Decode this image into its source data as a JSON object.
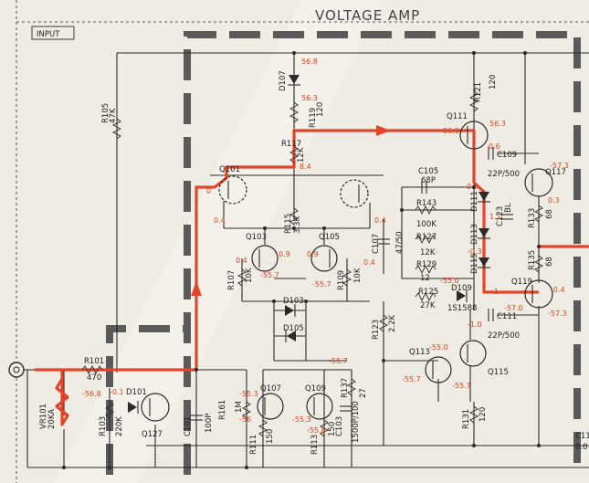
{
  "title": "VOLTAGE AMP",
  "input_label": "INPUT",
  "colors": {
    "signal": "#e2452a",
    "voltage_text": "#d8461f",
    "ink": "#2a2a2a",
    "paper": "#efece4",
    "panel": "#5a5a5a"
  },
  "components": {
    "R105": "R105",
    "R105v": "47K",
    "D107": "D107",
    "R119": "R119",
    "R119v": "120",
    "R121": "R121",
    "R121v": "120",
    "Q111": "Q111",
    "R117": "R117",
    "R117v": "12K",
    "Q101": "Q101",
    "Q103": "Q103",
    "Q105": "Q105",
    "R115": "R115",
    "R115v": "3.3K",
    "R107": "R107",
    "R107v": "10K",
    "R109": "R109",
    "R109v": "10K",
    "C105": "C105",
    "C105v": "68P",
    "R143": "R143",
    "R143v": "100K",
    "C107": "C107",
    "C107v": "47/50",
    "R127": "R127",
    "R127v": "12K",
    "R129": "R129",
    "R129v": "12",
    "R125": "R125",
    "R125v": "27K",
    "D109": "D109",
    "D109v": "1S1588",
    "D103": "D103",
    "D105": "D105",
    "R123": "R123",
    "R123v": "2.2K",
    "C109": "C109",
    "C109v": "22P/500",
    "Q117": "Q117",
    "D111": "D111",
    "C123": "C123",
    "C123v": "BL",
    "R133": "R133",
    "R133v": "68",
    "D113": "D113",
    "D115": "D115",
    "R135": "R135",
    "R135v": "68",
    "Q119": "Q119",
    "C111": "C111",
    "C111v": "22P/500",
    "Q113": "Q113",
    "Q115": "Q115",
    "R101": "R101",
    "R101v": "470",
    "VR101": "VR101",
    "VR101v": "20KA",
    "D101": "D101",
    "Q127": "Q127",
    "R103": "R103",
    "R103v": "220K",
    "C101": "C101",
    "C101v": "100P",
    "R161": "R161",
    "R161v": "1M",
    "Q107": "Q107",
    "Q109": "Q109",
    "R111": "R111",
    "R111v": "150",
    "R113": "R113",
    "R113v": "150",
    "C103": "C103",
    "C103v": "1500P/100",
    "R137": "R137",
    "R137v": "27",
    "R131": "R131",
    "R131v": "120",
    "C113": "C11",
    "C113v": "0.0"
  },
  "voltages": {
    "d107_top": "56.8",
    "d107_bot": "56.3",
    "q111_e": "56.3",
    "q111_b": "56.0",
    "r117": "8.4",
    "q101_l": "0",
    "q101_b": "0.4",
    "q105_b": "0.4",
    "q103_b": "0.4",
    "q103_e": "0.9",
    "q105_e": "0.9",
    "n557a": "-55.7",
    "n557b": "-55.7",
    "n557c": "-55.7",
    "q111_c": "0.6",
    "q117_b": "-57.3",
    "v06": "0.6",
    "v03": "0.3",
    "v11": "1.1",
    "vm03": "-0.3",
    "vm10": "-1.0",
    "vm1": "-1",
    "vm04": "-0.4",
    "vm573": "-57.3",
    "vm550": "-55.0",
    "vm570": "-57.0",
    "q113_e": "-55.0",
    "q113_b": "-55.7",
    "q115_e": "-55.7",
    "in_v": "-56.8",
    "d101_v": "-0.1",
    "q107_v": "-55.3",
    "q107_e": "-56",
    "q109_v": "-55.3",
    "q109_e": "-55.8",
    "v04b": "0.4"
  }
}
